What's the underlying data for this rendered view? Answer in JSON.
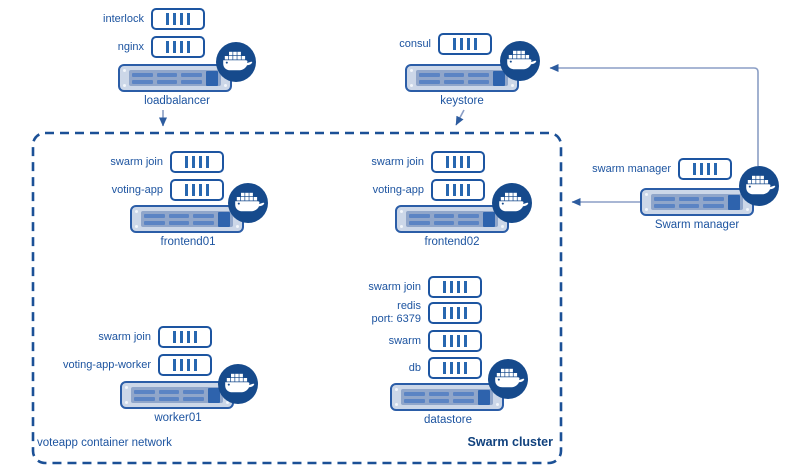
{
  "cluster": {
    "network_label": "voteapp container network",
    "name": "Swarm cluster"
  },
  "nodes": {
    "loadbalancer": {
      "name": "loadbalancer",
      "containers": [
        "interlock",
        "nginx"
      ]
    },
    "keystore": {
      "name": "keystore",
      "containers": [
        "consul"
      ]
    },
    "swarm_manager": {
      "name": "Swarm manager",
      "containers": [
        "swarm manager"
      ]
    },
    "frontend01": {
      "name": "frontend01",
      "containers": [
        "swarm join",
        "voting-app"
      ]
    },
    "frontend02": {
      "name": "frontend02",
      "containers": [
        "swarm join",
        "voting-app"
      ]
    },
    "worker01": {
      "name": "worker01",
      "containers": [
        "swarm join",
        "voting-app-worker"
      ]
    },
    "datastore": {
      "name": "datastore",
      "containers": [
        "swarm join",
        "redis",
        "swarm",
        "db"
      ],
      "redis_sublabel": "port: 6379"
    }
  },
  "colors": {
    "primary_text": "#1d54a0",
    "dashed_border": "#1b5096",
    "whale_badge": "#164a8c",
    "connector_line": "#8b9ec5",
    "arrowhead": "#2d5c9f",
    "server_fill": "#ccd7e8",
    "server_panel": "#90a6ca",
    "container_bars": "#2767b0"
  }
}
